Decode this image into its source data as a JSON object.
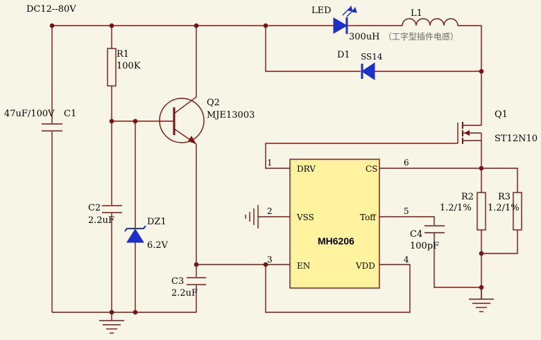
{
  "supply": {
    "label": "DC12--80V"
  },
  "components": {
    "c1": {
      "ref": "C1",
      "value": "47uF/100V"
    },
    "r1": {
      "ref": "R1",
      "value": "100K"
    },
    "q2": {
      "ref": "Q2",
      "value": "MJE13003"
    },
    "c2": {
      "ref": "C2",
      "value": "2.2uF"
    },
    "dz1": {
      "ref": "DZ1",
      "value": "6.2V"
    },
    "c3": {
      "ref": "C3",
      "value": "2.2uF"
    },
    "led": {
      "ref": "LED"
    },
    "l1": {
      "ref": "L1",
      "value": "300uH",
      "note": "（工字型插件电感）"
    },
    "d1": {
      "ref": "D1",
      "value": "SS14"
    },
    "q1": {
      "ref": "Q1",
      "value": "ST12N10"
    },
    "r2": {
      "ref": "R2",
      "value": "1.2/1%"
    },
    "r3": {
      "ref": "R3",
      "value": "1.2/1%"
    },
    "c4": {
      "ref": "C4",
      "value": "100pF"
    }
  },
  "ic": {
    "name": "MH6206",
    "color": "#fff3a0",
    "pins": [
      {
        "num": "1",
        "name": "DRV"
      },
      {
        "num": "2",
        "name": "VSS"
      },
      {
        "num": "3",
        "name": "EN"
      },
      {
        "num": "6",
        "name": "CS"
      },
      {
        "num": "5",
        "name": "Toff"
      },
      {
        "num": "4",
        "name": "VDD"
      }
    ]
  },
  "colors": {
    "wire": "#7a1414",
    "diode": "#1c2fc8",
    "background": "#f7f5e6"
  }
}
